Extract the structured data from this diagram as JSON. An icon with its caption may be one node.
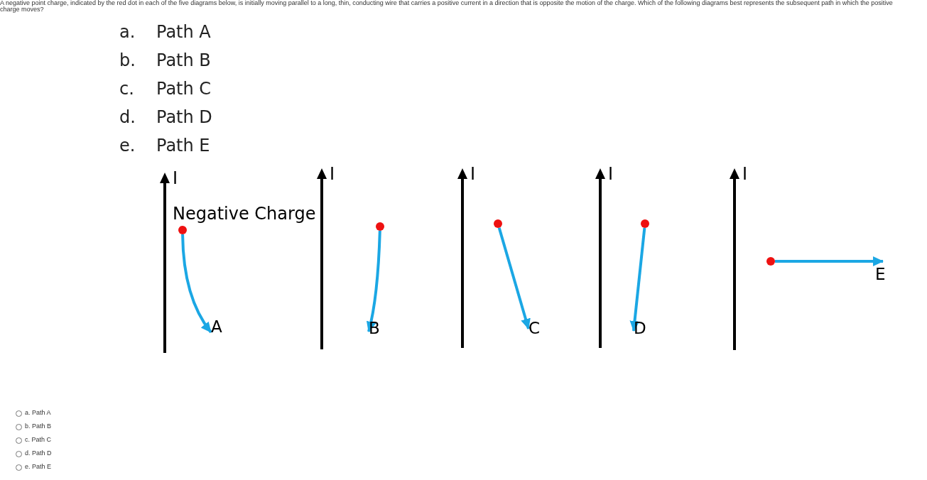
{
  "diagram": {
    "title": "A negative point charge, indicated by the red dot in each of the five diagrams below, is initially moving parallel to a long, thin, conducting wire that carries a positive current in a direction that is opposite the motion of the charge. Which of the following diagrams best represents the subsequent path in which the positive charge moves?",
    "nodes": [
      {
        "text": [],
        "shape": "circle"
      },
      {
        "text": [
          "A"
        ]
      },
      {
        "text": [],
        "shape": "circle"
      },
      {
        "text": [
          "B"
        ]
      },
      {
        "text": [],
        "shape": "circle"
      },
      {
        "text": [
          "C"
        ]
      },
      {
        "text": [],
        "shape": "circle"
      },
      {
        "text": [
          "D"
        ]
      },
      {
        "text": [],
        "shape": "circle"
      },
      {
        "text": [
          "E"
        ]
      }
    ],
    "edges": [
      {
        "from": 0,
        "to": 1,
        "arrow": "to"
      },
      {
        "from": 2,
        "to": 3,
        "arrow": "to"
      },
      {
        "from": 4,
        "to": 5,
        "arrow": "to"
      },
      {
        "from": 6,
        "to": 7,
        "arrow": "to"
      },
      {
        "from": 8,
        "to": 9,
        "arrow": "to"
      }
    ],
    "labels": [
      "a.",
      "Path A",
      "b.",
      "Path B",
      "c.",
      "Path C",
      "d.",
      "Path D",
      "e.",
      "Path E",
      "I",
      "I",
      "I",
      "I",
      "I",
      "Negative Charge",
      "a. Path A",
      "b. Path B",
      "c. Path C",
      "d. Path D",
      "e. Path E"
    ]
  }
}
